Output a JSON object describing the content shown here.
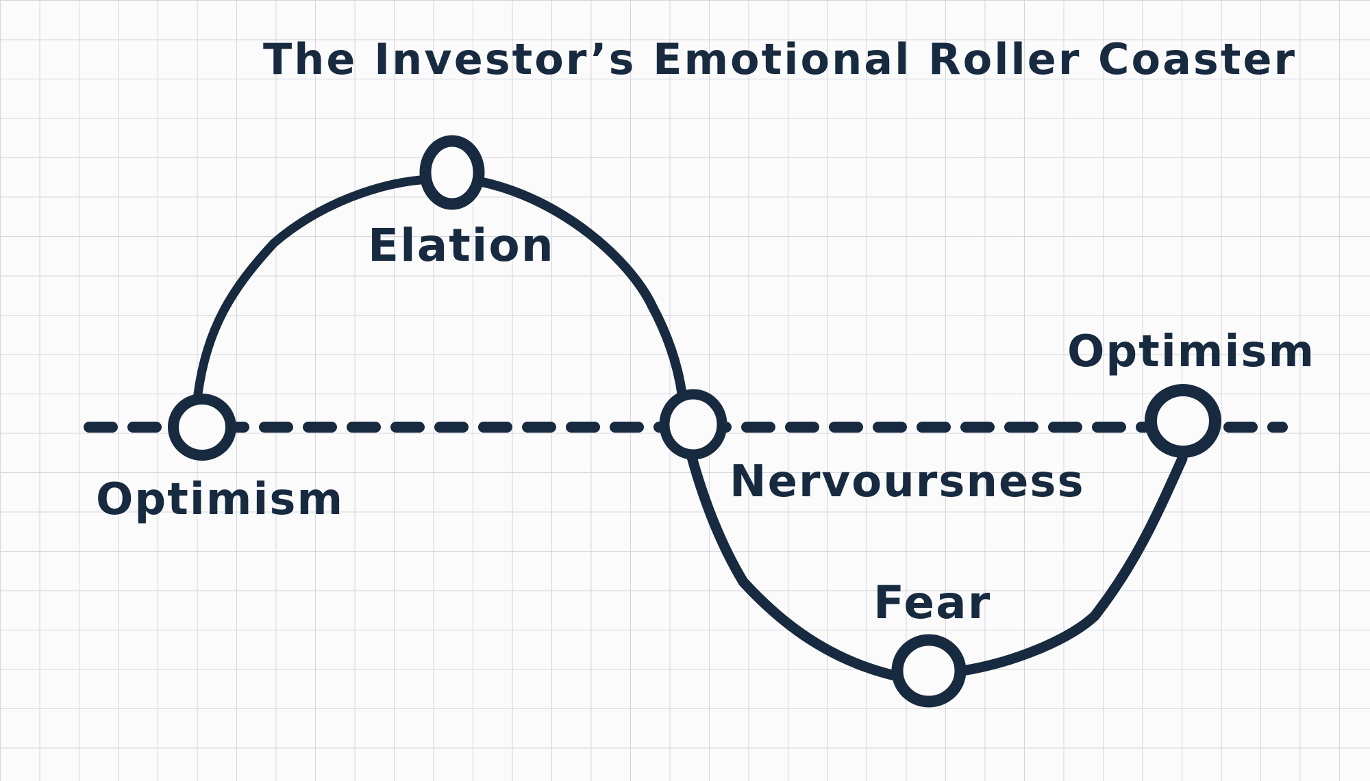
{
  "title": "The Investor’s Emotional Roller Coaster",
  "stages": [
    {
      "id": "optimism-start",
      "label": "Optimism"
    },
    {
      "id": "elation",
      "label": "Elation"
    },
    {
      "id": "nervousness",
      "label": "Nervoursness"
    },
    {
      "id": "fear",
      "label": "Fear"
    },
    {
      "id": "optimism-end",
      "label": "Optimism"
    }
  ],
  "colors": {
    "ink": "#172a3f",
    "grid": "#d4d6da",
    "background": "#fbfbfc"
  }
}
